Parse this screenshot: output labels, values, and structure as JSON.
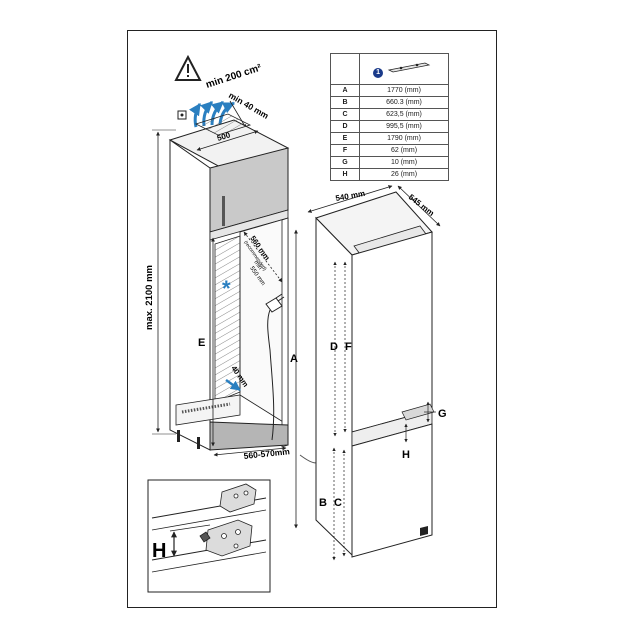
{
  "colors": {
    "line": "#222222",
    "accent": "#1f6fb5",
    "arrow_blue": "#2a7fc0",
    "cabinet_top": "#c9c9c9",
    "cabinet_plinth": "#b5b5b5",
    "badge": "#1a3a8a"
  },
  "labels": {
    "min_area": "min 200 cm²",
    "min_40_top": "min 40 mm",
    "width_500": "500",
    "max_height": "max. 2100 mm",
    "depth_560": "560 mm",
    "recommended": "(recommended)",
    "min_550": "min",
    "min_550_val": "550 mm",
    "e": "E",
    "min_40_side": "40 mm",
    "depth_range": "560-570mm",
    "width_540": "540 mm",
    "depth_545": "545 mm",
    "a": "A",
    "d": "D",
    "f": "F",
    "g": "G",
    "h": "H",
    "b": "B",
    "c": "C",
    "inset_h": "H"
  },
  "table": {
    "badge": "1",
    "rows": [
      {
        "key": "A",
        "value": "1770 (mm)"
      },
      {
        "key": "B",
        "value": "660.3 (mm)"
      },
      {
        "key": "C",
        "value": "623,5 (mm)"
      },
      {
        "key": "D",
        "value": "995,5 (mm)"
      },
      {
        "key": "E",
        "value": "1790 (mm)"
      },
      {
        "key": "F",
        "value": "62 (mm)"
      },
      {
        "key": "G",
        "value": "10 (mm)"
      },
      {
        "key": "H",
        "value": "26 (mm)"
      }
    ]
  }
}
